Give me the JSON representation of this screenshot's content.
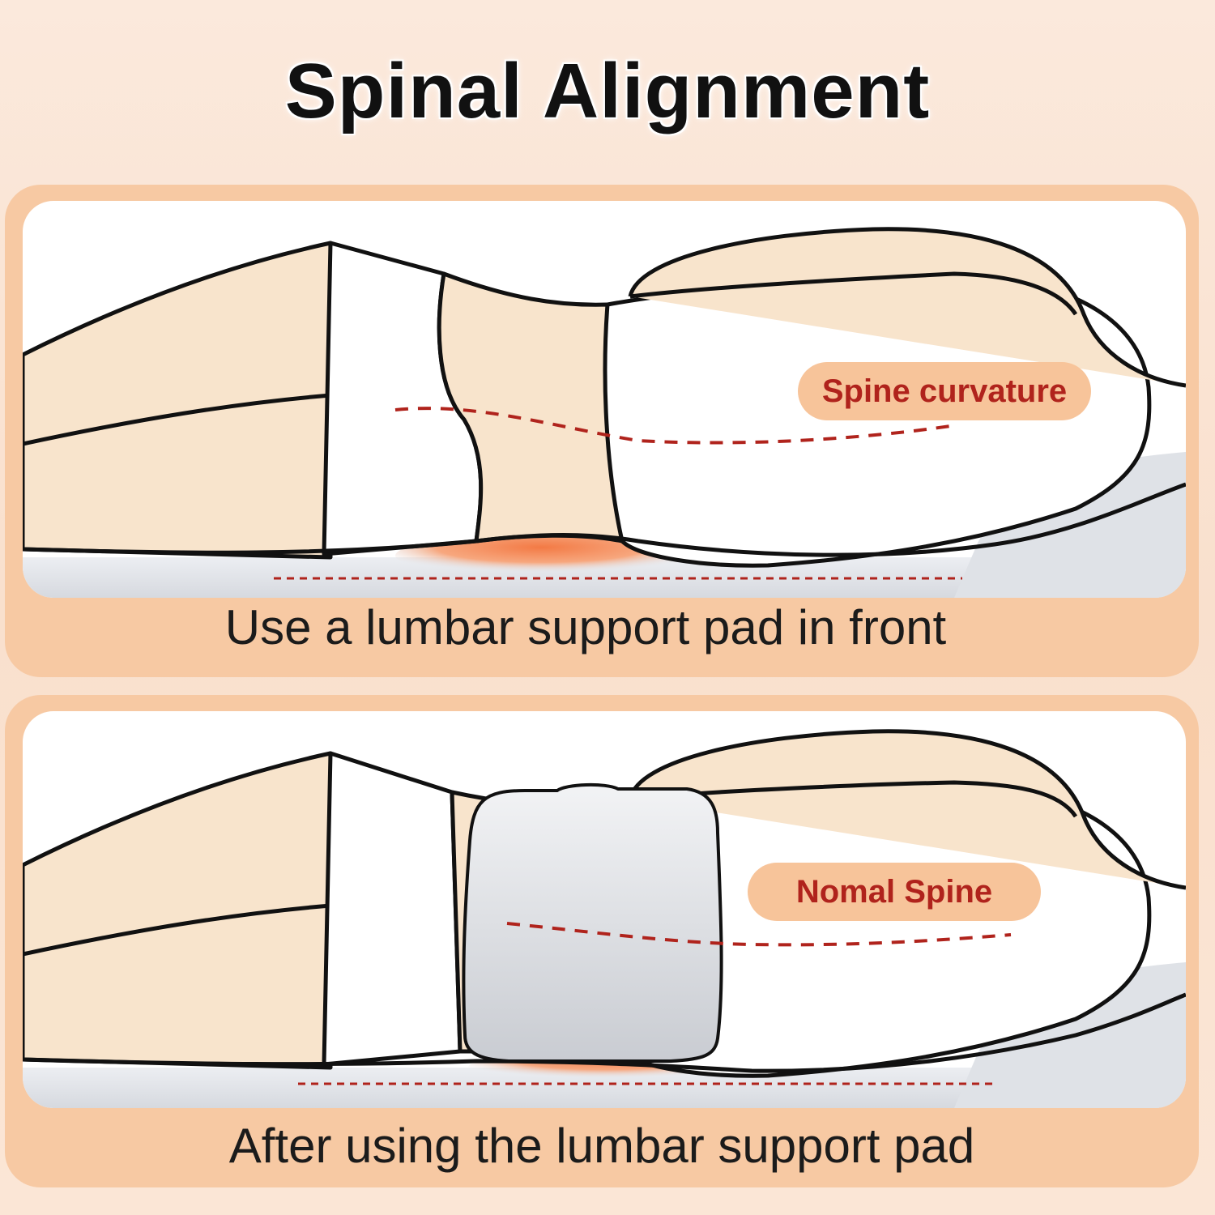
{
  "title": "Spinal Alignment",
  "panels": [
    {
      "label": "Spine curvature",
      "caption": "Use a lumbar support pad in front"
    },
    {
      "label": "Nomal Spine",
      "caption": "After using the lumbar support pad"
    }
  ],
  "colors": {
    "background": "#fbe6d6",
    "panel_frame": "#f7c9a3",
    "skin": "#f8e4cc",
    "clothing": "#ffffff",
    "outline": "#111111",
    "spine_line": "#b0231c",
    "label_pill": "#f7c49a",
    "mattress": "#e3e5ea",
    "pressure_glow": "#f37a45",
    "pad": "#d9dce1"
  }
}
